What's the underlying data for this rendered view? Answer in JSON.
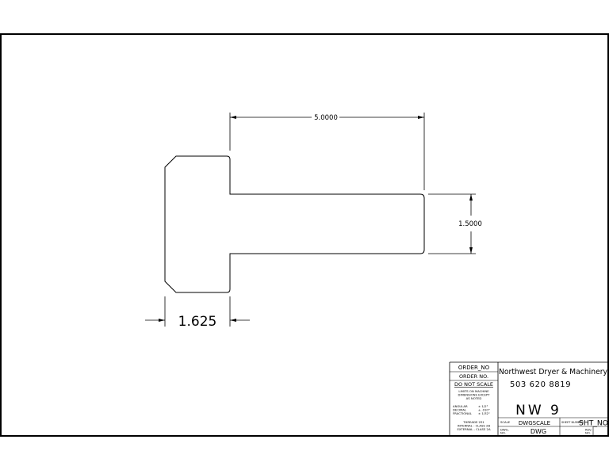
{
  "drawing": {
    "dimensions": {
      "stem_length": "5.0000",
      "stem_height": "1.5000",
      "head_width": "1.625"
    }
  },
  "title_block": {
    "order_no_field": "ORDER_NO",
    "order_no_label": "ORDER NO.",
    "do_not_scale": "DO NOT SCALE",
    "limits_line1": "LIMITS ON MACHINE",
    "limits_line2": "DIMENSIONS EXCEPT",
    "limits_line3": "AS NOTED",
    "tol_angular_label": "ANGULAR",
    "tol_angular_value": "± 1/2°",
    "tol_decimal_label": "DECIMAL",
    "tol_decimal_value": "± .010\"",
    "tol_fractional_label": "FRACTIONAL",
    "tol_fractional_value": "± 1/32\"",
    "thread_title": "THREADS 2S1",
    "thread_internal": "INTERNAL - CLASS 2B",
    "thread_external": "EXTERNAL - CLASS 2A",
    "company_name": "Northwest Dryer & Machinery",
    "company_phone": "503 620 8819",
    "part_number": "NW 9",
    "scale_label": "SCALE",
    "scale_value": "DWGSCALE",
    "sheet_label": "SHEET NUMBER",
    "sheet_value": "SHT_NO",
    "dwg_label_1": "DWG.",
    "dwg_label_2": "NO.",
    "dwg_value": "DWG",
    "rev_label_1": "REV.",
    "rev_label_2": "NO."
  }
}
